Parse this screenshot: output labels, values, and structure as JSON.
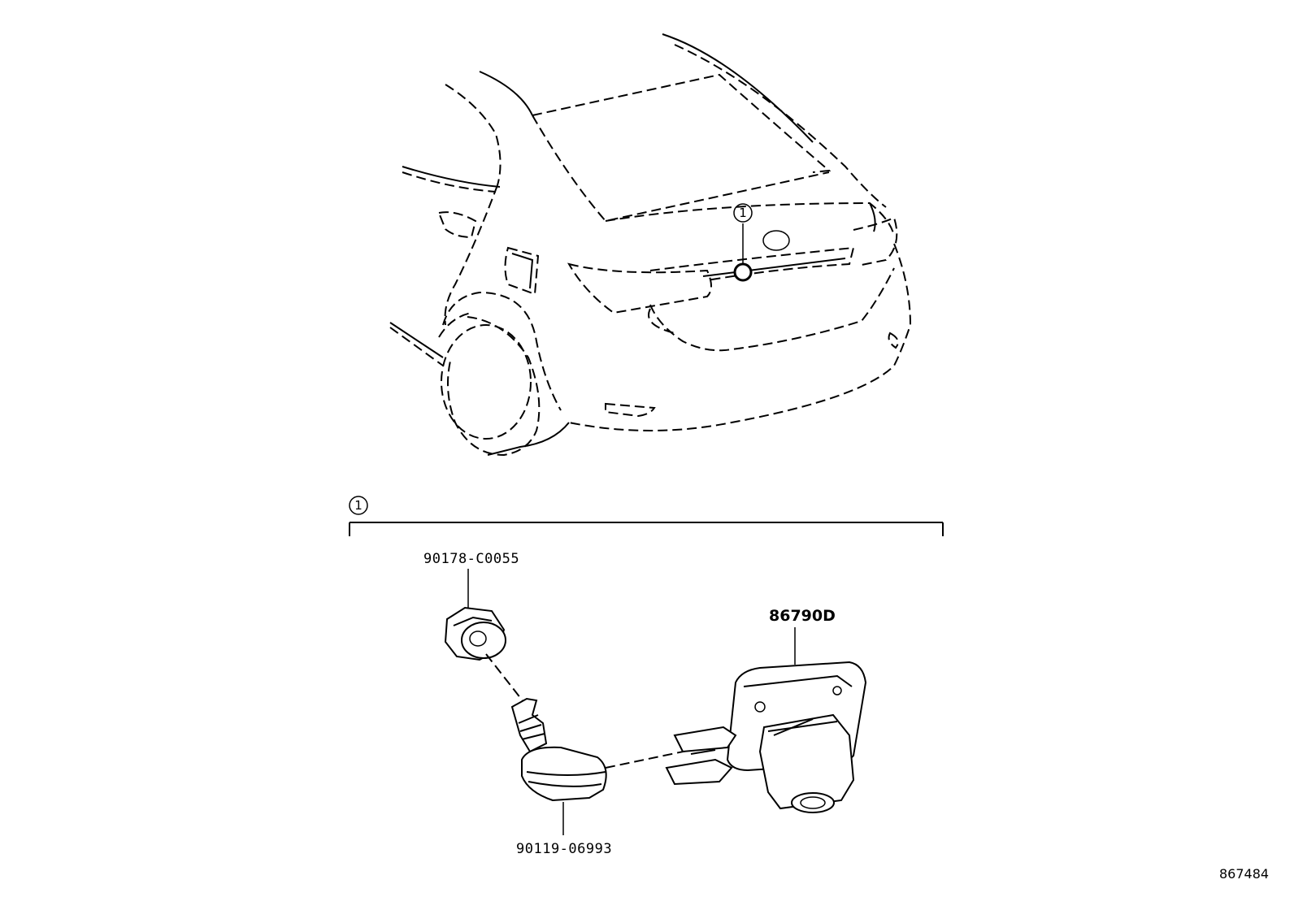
{
  "diagram": {
    "callout_marker": "1",
    "assembly_group_marker": "1",
    "parts": [
      {
        "id": "part-nut",
        "part_number": "90178-C0055"
      },
      {
        "id": "part-camera",
        "part_number": "86790D"
      },
      {
        "id": "part-grommet",
        "part_number": "90119-06993"
      }
    ],
    "illustration_id": "867484"
  }
}
